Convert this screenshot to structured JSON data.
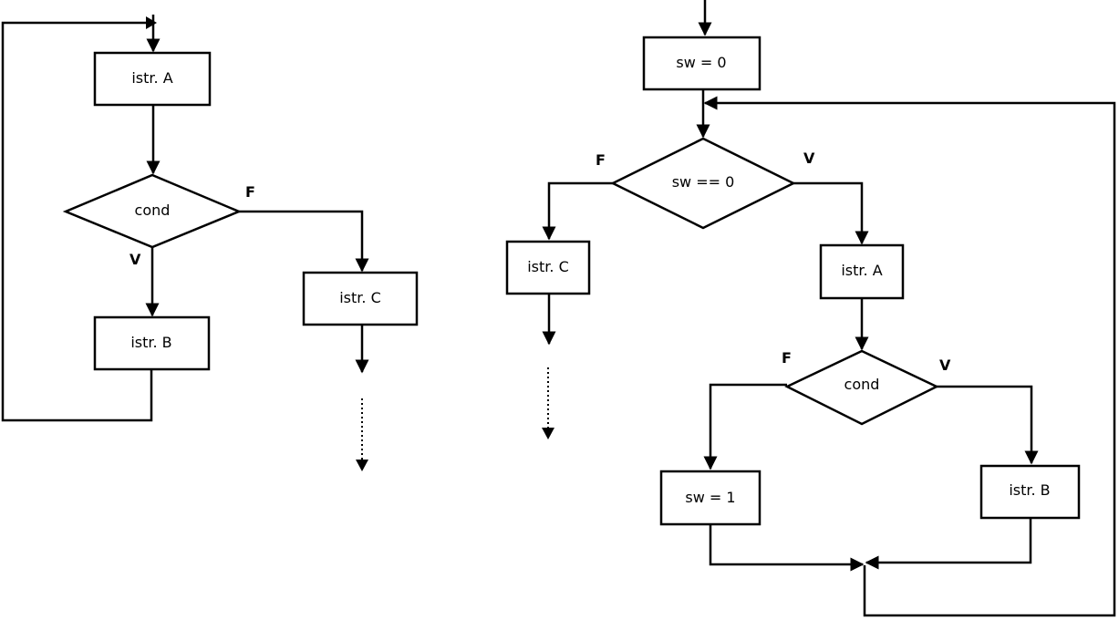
{
  "left": {
    "nodes": {
      "istr_a": "istr. A",
      "cond": "cond",
      "istr_b": "istr. B",
      "istr_c": "istr. C"
    },
    "labels": {
      "false": "F",
      "true": "V"
    }
  },
  "right": {
    "nodes": {
      "sw_init": "sw = 0",
      "sw_check": "sw == 0",
      "istr_c": "istr. C",
      "istr_a": "istr. A",
      "cond": "cond",
      "sw_set": "sw = 1",
      "istr_b": "istr. B"
    },
    "labels": {
      "check_false": "F",
      "check_true": "V",
      "cond_false": "F",
      "cond_true": "V"
    }
  }
}
